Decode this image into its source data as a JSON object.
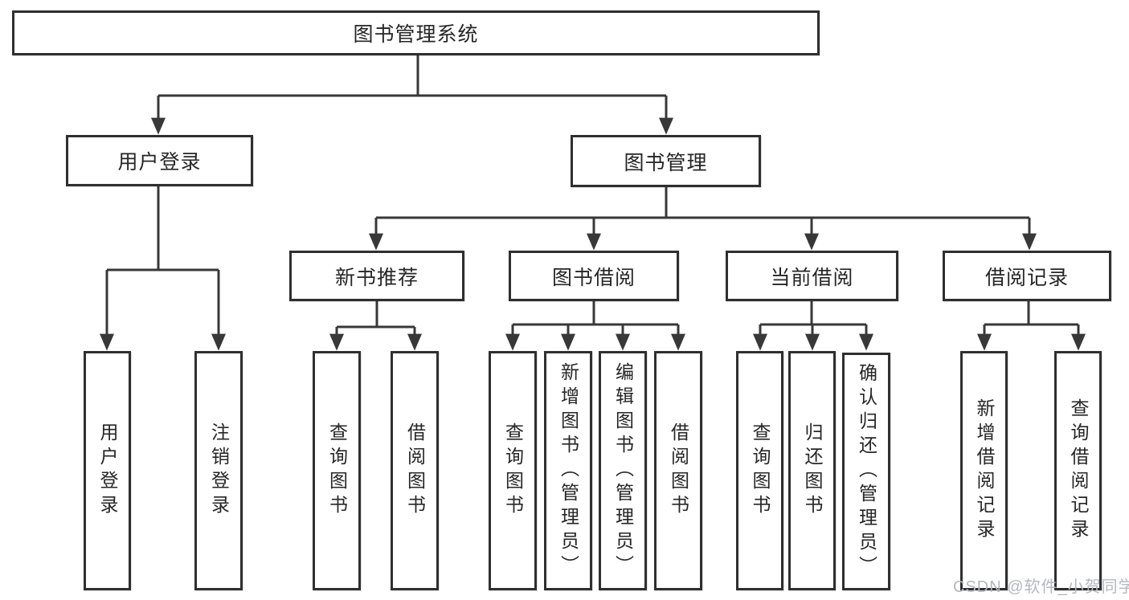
{
  "diagram": {
    "root": {
      "label": "图书管理系统"
    },
    "groups": [
      {
        "label": "用户登录",
        "children": [
          {
            "label": "用户登录"
          },
          {
            "label": "注销登录"
          }
        ]
      },
      {
        "label": "图书管理",
        "sections": [
          {
            "label": "新书推荐",
            "children": [
              {
                "label": "查询图书"
              },
              {
                "label": "借阅图书"
              }
            ]
          },
          {
            "label": "图书借阅",
            "children": [
              {
                "label": "查询图书"
              },
              {
                "label": "新增图书（管理员）"
              },
              {
                "label": "编辑图书（管理员）"
              },
              {
                "label": "借阅图书"
              }
            ]
          },
          {
            "label": "当前借阅",
            "children": [
              {
                "label": "查询图书"
              },
              {
                "label": "归还图书"
              },
              {
                "label": "确认归还（管理员）"
              }
            ]
          },
          {
            "label": "借阅记录",
            "children": [
              {
                "label": "新增借阅记录"
              },
              {
                "label": "查询借阅记录"
              }
            ]
          }
        ]
      }
    ]
  },
  "watermark": {
    "text": "CSDN @软件_小贺同学"
  },
  "colors": {
    "line": "#383838",
    "box-border": "#2f2f2f",
    "text": "#262626",
    "watermark": "#b3b7be",
    "background": "#ffffff"
  }
}
